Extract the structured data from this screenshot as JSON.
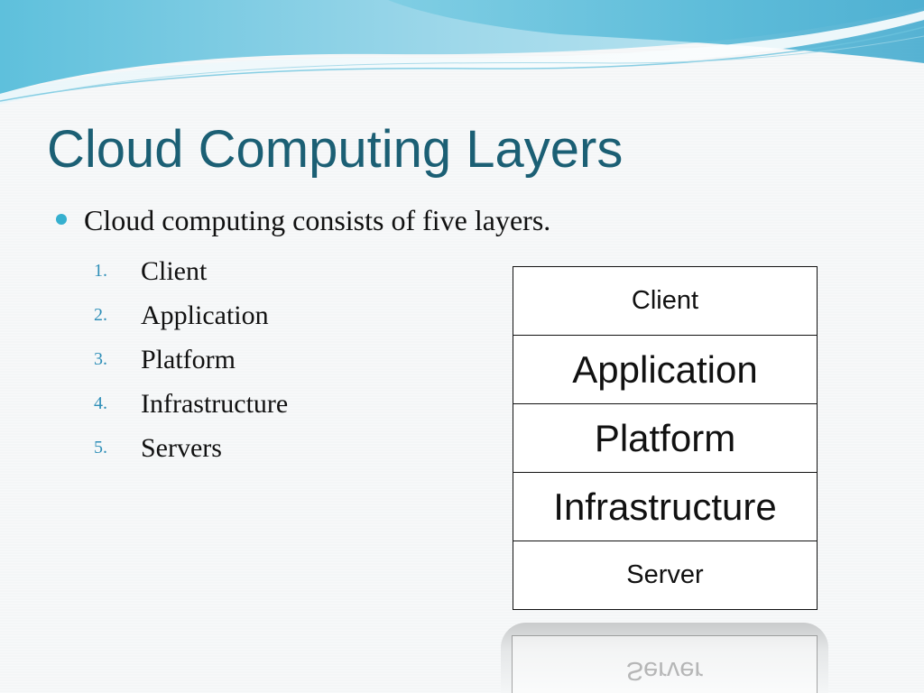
{
  "slide": {
    "title": "Cloud Computing Layers",
    "bullet": "Cloud computing consists of five layers.",
    "list_items": [
      {
        "number": "1.",
        "text": "Client"
      },
      {
        "number": "2.",
        "text": "Application"
      },
      {
        "number": "3.",
        "text": "Platform"
      },
      {
        "number": "4.",
        "text": "Infrastructure"
      },
      {
        "number": "5.",
        "text": "Servers"
      }
    ]
  },
  "diagram": {
    "layers": [
      "Client",
      "Application",
      "Platform",
      "Infrastructure",
      "Server"
    ],
    "reflection_label": "Server"
  },
  "colors": {
    "title": "#1b5f74",
    "bullet": "#36b0cf",
    "list_number": "#2f8fb8",
    "wave_light": "#a9dcec",
    "wave_mid": "#62c0dc",
    "wave_dark": "#2a9cc4"
  }
}
